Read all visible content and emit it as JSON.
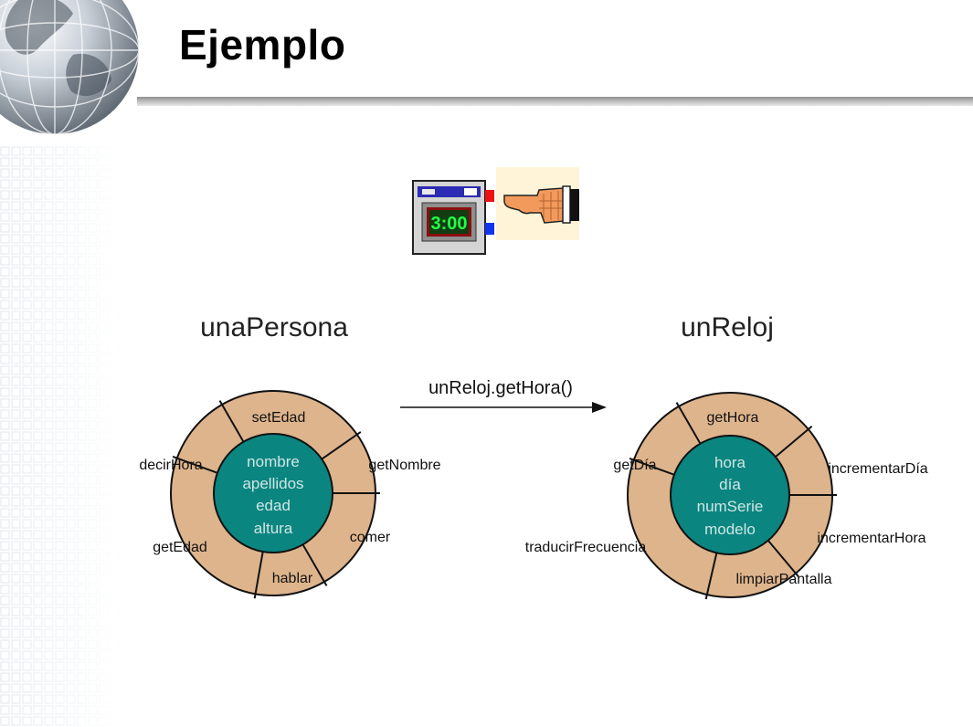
{
  "slide": {
    "title": "Ejemplo"
  },
  "clock_icon": {
    "time": "3:00"
  },
  "message": {
    "label": "unReloj.getHora()"
  },
  "objects": [
    {
      "name": "unaPersona",
      "attributes": [
        "nombre",
        "apellidos",
        "edad",
        "altura"
      ],
      "methods": [
        "setEdad",
        "getNombre",
        "comer",
        "hablar",
        "getEdad",
        "decirHora"
      ]
    },
    {
      "name": "unReloj",
      "attributes": [
        "hora",
        "día",
        "numSerie",
        "modelo"
      ],
      "methods": [
        "getHora",
        "incrementarDía",
        "incrementarHora",
        "limpiarPantalla",
        "traducirFrecuencia",
        "getDía"
      ]
    }
  ],
  "colors": {
    "ring_fill": "#deb48c",
    "core_fill": "#0b8580",
    "core_text": "#cfe6e4",
    "title_bar": "#9a9a9a"
  },
  "icons": {
    "globe": "globe-icon",
    "clock": "digital-clock-icon",
    "hand": "pointing-hand-icon"
  }
}
